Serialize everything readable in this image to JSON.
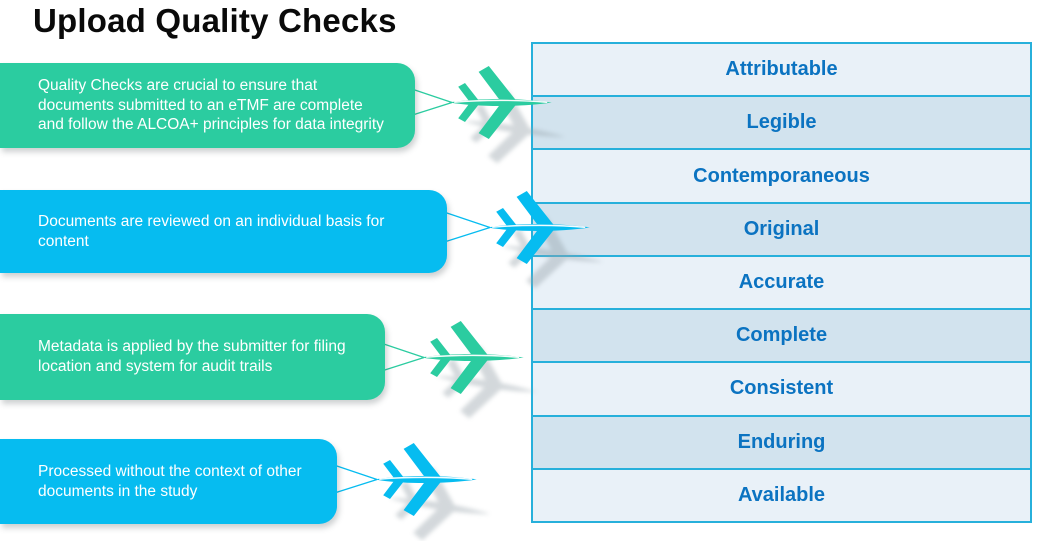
{
  "title": "Upload Quality Checks",
  "colors": {
    "teal": "#2BCCA0",
    "blue": "#06BCF0",
    "table_border": "#27B0DB",
    "row_light": "#E9F1F8",
    "row_dark": "#D2E3EE",
    "row_text": "#0B73C1",
    "title_text": "#0A0A0A",
    "callout_text": "#FFFFFF"
  },
  "callouts": [
    {
      "text": "Quality Checks are crucial to ensure that documents submitted to an eTMF are complete and follow the ALCOA+ principles for data integrity",
      "color": "teal",
      "icon": "airplane-icon"
    },
    {
      "text": "Documents are reviewed on an individual basis for content",
      "color": "blue",
      "icon": "airplane-icon"
    },
    {
      "text": "Metadata is applied by the submitter for filing location and system for audit trails",
      "color": "teal",
      "icon": "airplane-icon"
    },
    {
      "text": "Processed without the context of other documents in the study",
      "color": "blue",
      "icon": "airplane-icon"
    }
  ],
  "alcoa_table": {
    "rows": [
      "Attributable",
      "Legible",
      "Contemporaneous",
      "Original",
      "Accurate",
      "Complete",
      "Consistent",
      "Enduring",
      "Available"
    ]
  }
}
